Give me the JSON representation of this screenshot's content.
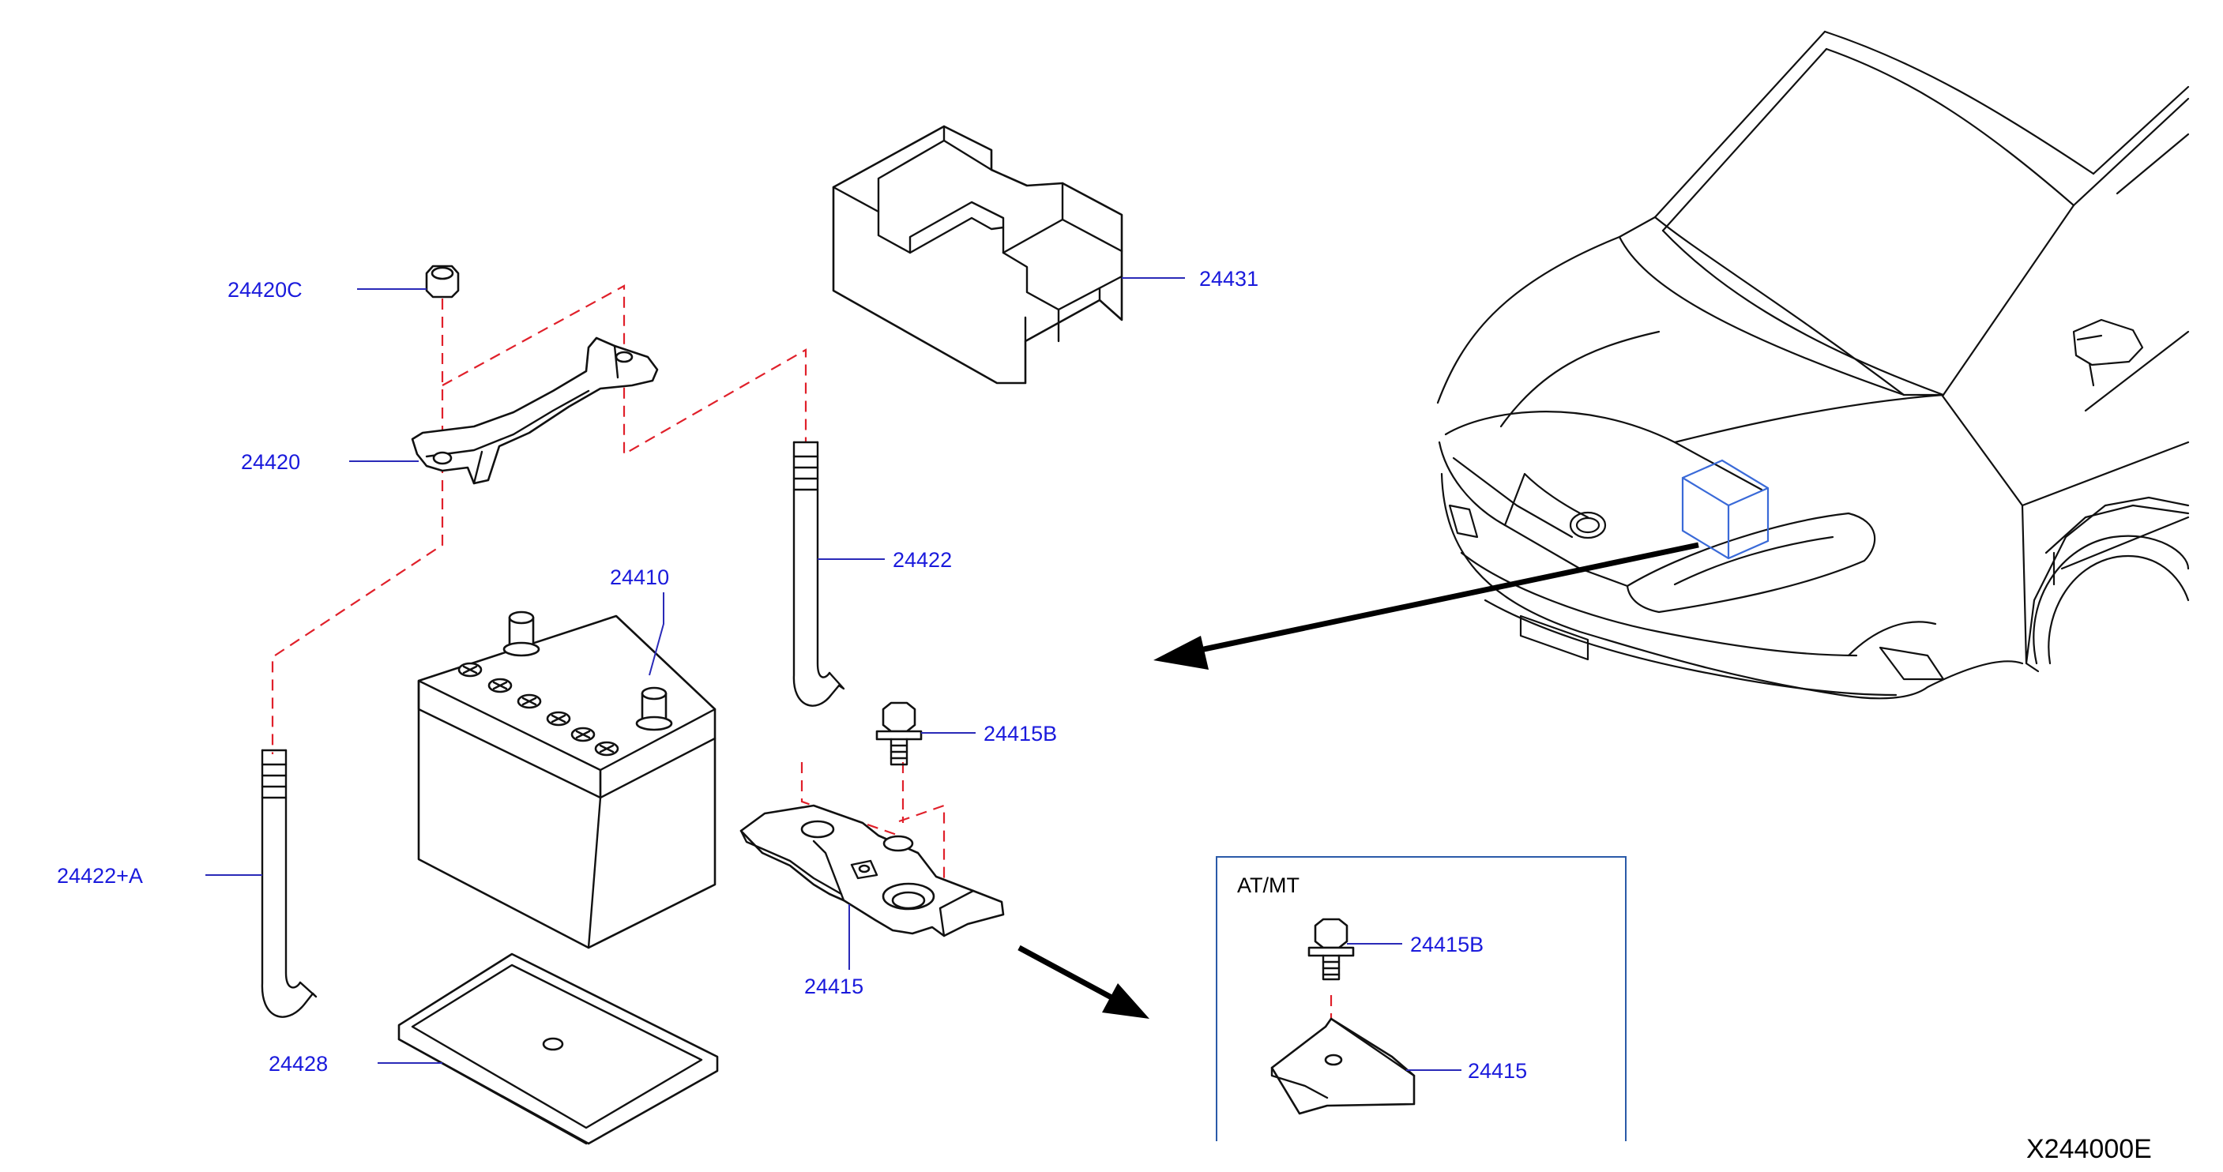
{
  "diagram": {
    "id_label": "X244000E",
    "colors": {
      "callout": "#1a1adc",
      "dashed_path": "#e0202a",
      "outline": "#111111",
      "location_box": "#3a6ad8"
    },
    "callouts": {
      "c24420C": "24420C",
      "c24420": "24420",
      "c24431": "24431",
      "c24422": "24422",
      "c24410": "24410",
      "c24415B": "24415B",
      "c24422A": "24422+A",
      "c24415": "24415",
      "c24428": "24428"
    },
    "inset": {
      "title": "AT/MT",
      "c24415B": "24415B",
      "c24415": "24415"
    }
  }
}
